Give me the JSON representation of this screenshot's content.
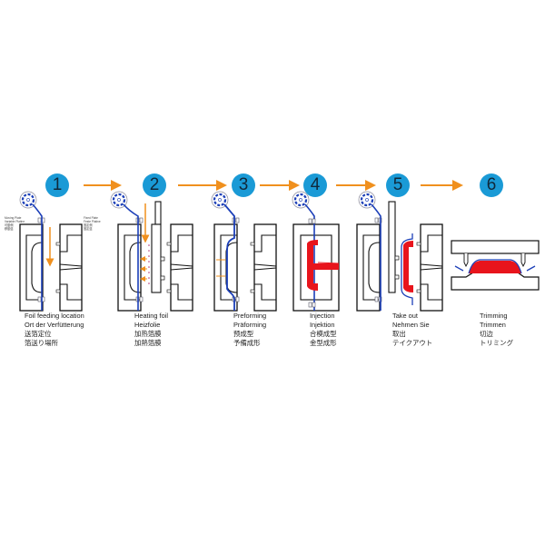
{
  "colors": {
    "step_circle": "#1a9ad6",
    "arrow": "#f0901e",
    "foil": "#1c3fb8",
    "plastic": "#e8141c",
    "outline": "#111111"
  },
  "labels": {
    "moving_plate": [
      "Moving Plate",
      "Variable Platine",
      "可動側",
      "移動盤"
    ],
    "fixed_plate": [
      "Fixed Plate",
      "Feste Platine",
      "固定側",
      "固定盤"
    ]
  },
  "steps": [
    {
      "number": "1",
      "lines": [
        "Foil feeding location",
        "Ort der Verfütterung",
        "送箔定位",
        "箔送り場所"
      ]
    },
    {
      "number": "2",
      "lines": [
        "Heating foil",
        "Heizfolie",
        "加热箔膜",
        "加熱箔膜"
      ]
    },
    {
      "number": "3",
      "lines": [
        "Preforming",
        "Präforming",
        "预成型",
        "予備成形"
      ]
    },
    {
      "number": "4",
      "lines": [
        "Injection",
        "Injektion",
        "合模成型",
        "金型成形"
      ]
    },
    {
      "number": "5",
      "lines": [
        "Take out",
        "Nehmen Sie",
        "取出",
        "テイクアウト"
      ]
    },
    {
      "number": "6",
      "lines": [
        "Trimming",
        "Trimmen",
        "切边",
        "トリミング"
      ]
    }
  ]
}
